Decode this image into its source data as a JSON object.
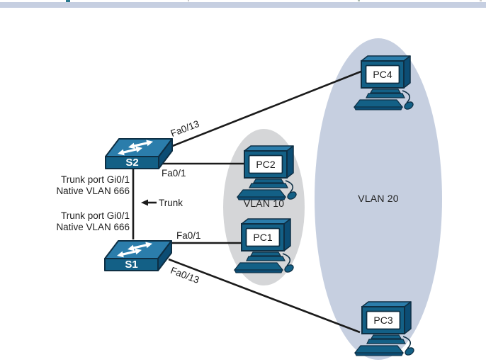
{
  "figure": {
    "description": "VLAN trunking topology with two switches and four PCs"
  },
  "colors": {
    "switch_front": "#136086",
    "switch_top": "#2b7dab",
    "switch_side": "#0c4d74",
    "device_outline": "#0e2f44",
    "vlan10_fill": "#d5d6d8",
    "vlan20_fill": "#c6cfe0",
    "line_color": "#1b1b1b",
    "top_bar": "#c6cfe1",
    "label_text": "#1c1c1c"
  },
  "vlans": [
    {
      "label": "VLAN 10"
    },
    {
      "label": "VLAN 20"
    }
  ],
  "devices": {
    "switches": [
      {
        "label": "S2"
      },
      {
        "label": "S1"
      }
    ],
    "pcs": [
      {
        "label": "PC2"
      },
      {
        "label": "PC1"
      },
      {
        "label": "PC4"
      },
      {
        "label": "PC3"
      }
    ]
  },
  "links": {
    "s2_pc4": {
      "label": "Fa0/13"
    },
    "s2_pc2": {
      "label": "Fa0/1"
    },
    "s1_pc1": {
      "label": "Fa0/1"
    },
    "s1_pc3": {
      "label": "Fa0/13"
    },
    "trunk": {
      "label": "Trunk",
      "s2_note_line1": "Trunk port Gi0/1",
      "s2_note_line2": "Native VLAN 666",
      "s1_note_line1": "Trunk port Gi0/1",
      "s1_note_line2": "Native VLAN 666"
    }
  }
}
